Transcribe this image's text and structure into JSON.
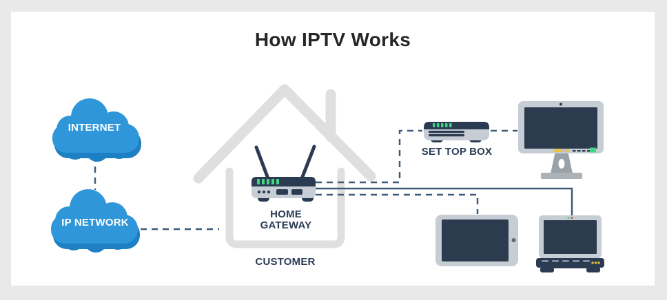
{
  "title": "How IPTV Works",
  "diagram": {
    "internet_label": "INTERNET",
    "ip_network_label": "IP NETWORK",
    "home_gateway_label": "HOME\nGATEWAY",
    "customer_label": "CUSTOMER",
    "set_top_box_label": "SET TOP BOX"
  },
  "colors": {
    "background": "#e9e9e9",
    "card": "#ffffff",
    "title_text": "#262627",
    "cloud_blue": "#2e96d9",
    "cloud_blue_dark": "#1d7fc4",
    "house_gray": "#dfdfdf",
    "navy": "#2b3c52",
    "screen_navy": "#2c3b4e",
    "label_navy": "#2b3c55",
    "connector": "#3d5a78",
    "device_gray": "#c7cdd5",
    "led_green": "#3fd684",
    "stand_gray": "#9aa1a8",
    "base_gray": "#abb1b7",
    "yellow": "#e2bf3a",
    "label_white": "#ffffff"
  }
}
